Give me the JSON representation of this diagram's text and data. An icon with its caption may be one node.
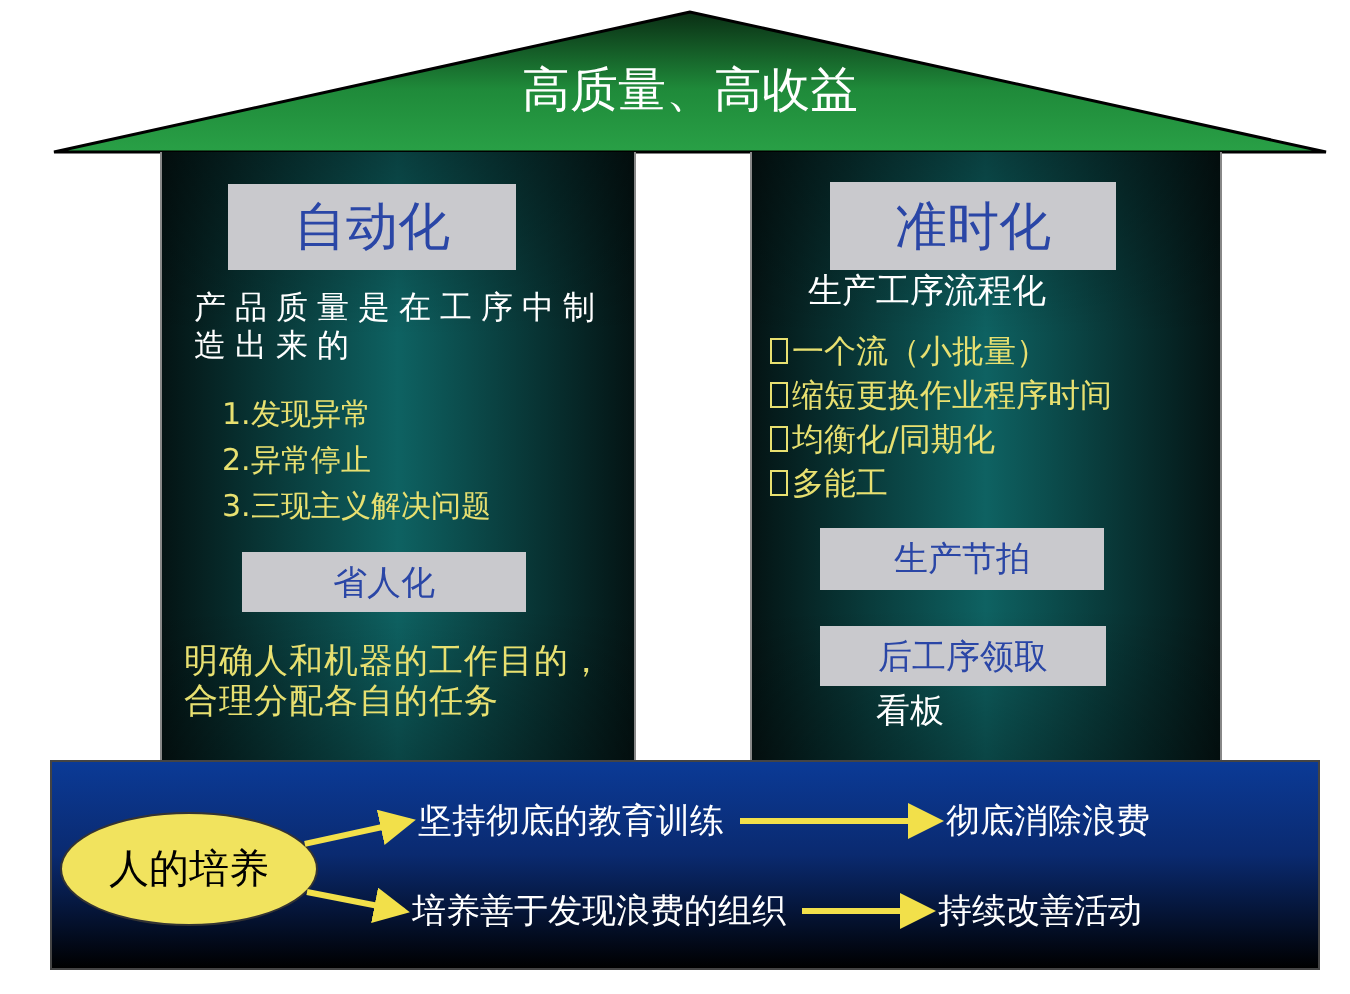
{
  "diagram": {
    "nodes": [
      {
        "text": [
          "高质量、高收益"
        ]
      },
      {
        "text": [
          "产品质量是在工序中制造出来的",
          "1.发现异常",
          "2.异常停止",
          "3.三现主义解决问题",
          "明确人和机器的工作目的，合理分配各自的任务"
        ]
      },
      {
        "text": [
          "自动化"
        ],
        "in": 1
      },
      {
        "text": [
          "省人化"
        ],
        "in": 1
      },
      {
        "text": [
          "生产工序流程化",
          "一个流（小批量）",
          "缩短更换作业程序时间",
          "均衡化/同期化",
          "多能工",
          "看板"
        ]
      },
      {
        "text": [
          "准时化"
        ],
        "in": 4
      },
      {
        "text": [
          "生产节拍"
        ],
        "in": 4
      },
      {
        "text": [
          "后工序领取"
        ],
        "in": 4
      },
      {
        "text": [],
        "shape": "box"
      },
      {
        "text": [
          "人的培养"
        ],
        "in": 8
      },
      {
        "text": [
          "坚持彻底的教育训练"
        ],
        "in": 8
      },
      {
        "text": [
          "彻底消除浪费"
        ],
        "in": 8
      },
      {
        "text": [
          "培养善于发现浪费的组织"
        ],
        "in": 8
      },
      {
        "text": [
          "持续改善活动"
        ],
        "in": 8
      }
    ],
    "edges": [
      {
        "from": 9,
        "to": 10,
        "arrow": "to"
      },
      {
        "from": 9,
        "to": 12,
        "arrow": "to"
      },
      {
        "from": 10,
        "to": 11,
        "arrow": "to"
      },
      {
        "from": 12,
        "to": 13,
        "arrow": "to"
      }
    ]
  }
}
